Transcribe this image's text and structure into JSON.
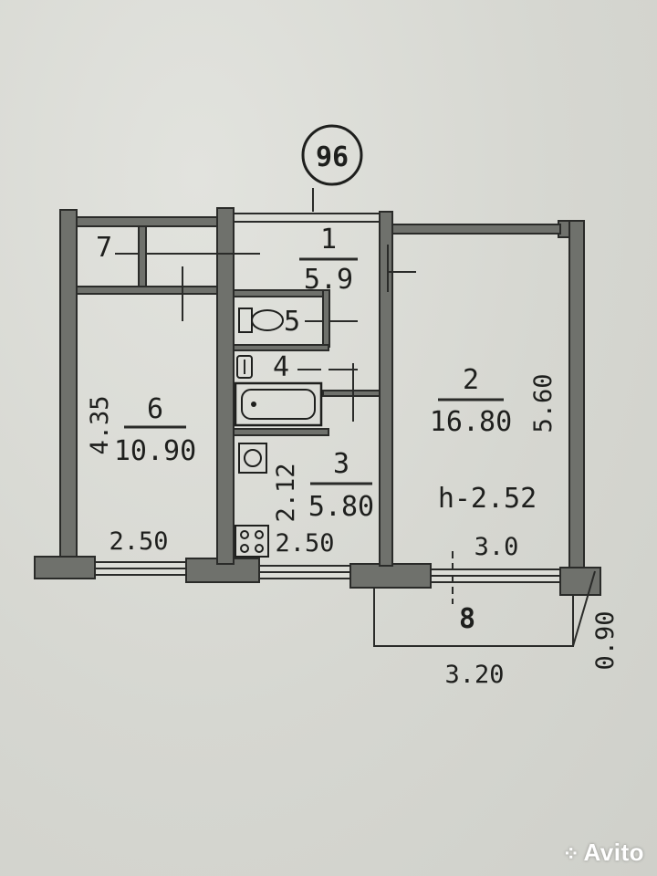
{
  "plan": {
    "axis_marker": "96",
    "rooms": [
      {
        "id": "1",
        "area": "5.9"
      },
      {
        "id": "2",
        "area": "16.80"
      },
      {
        "id": "3",
        "area": "5.80"
      },
      {
        "id": "4"
      },
      {
        "id": "5"
      },
      {
        "id": "6",
        "area": "10.90"
      },
      {
        "id": "7"
      },
      {
        "id": "8"
      }
    ],
    "dimensions": {
      "room6_height": "4.35",
      "room6_width": "2.50",
      "room3_height": "2.12",
      "room3_width": "2.50",
      "room2_width": "3.0",
      "room2_height": "5.60",
      "ceiling_height": "h-2.52",
      "balcony_width": "3.20",
      "balcony_depth": "0.90"
    }
  },
  "watermark": {
    "text": "Avito",
    "icon": "avito-dots-icon"
  },
  "colors": {
    "paper": "#d9dad4",
    "wall": "#6f716c",
    "ink": "#1e1f1d"
  }
}
